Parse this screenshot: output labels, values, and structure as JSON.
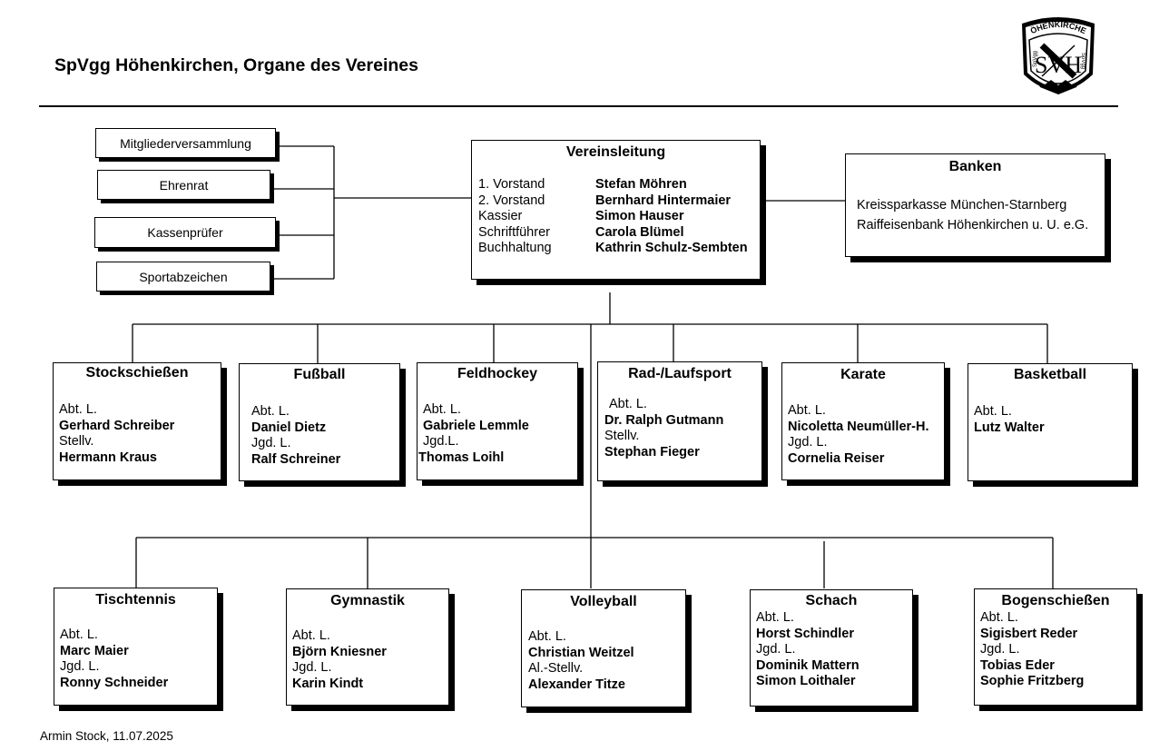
{
  "header": {
    "title": "SpVgg Höhenkirchen, Organe des Vereines",
    "logo": {
      "arc_text": "HÖHENKIRCHEN",
      "left_text": "SpVgg",
      "right_text": "SpVgg",
      "monogram": "SVH"
    }
  },
  "side_boxes": {
    "mitglieder": "Mitgliederversammlung",
    "ehrenrat": "Ehrenrat",
    "kassen": "Kassenprüfer",
    "sport": "Sportabzeichen"
  },
  "leitung": {
    "title": "Vereinsleitung",
    "roles": [
      "1. Vorstand",
      "2. Vorstand",
      "Kassier",
      "Schriftführer",
      "Buchhaltung"
    ],
    "names": [
      "Stefan Möhren",
      "Bernhard Hintermaier",
      "Simon Hauser",
      "Carola Blümel",
      "Kathrin Schulz-Sembten"
    ]
  },
  "banken": {
    "title": "Banken",
    "lines": [
      "Kreissparkasse München-Starnberg",
      "Raiffeisenbank Höhenkirchen u. U. e.G."
    ]
  },
  "departments_row1": [
    {
      "title": "Stockschießen",
      "lines": [
        "Abt. L.",
        "Gerhard Schreiber",
        "Stellv.",
        "Hermann Kraus"
      ]
    },
    {
      "title": "Fußball",
      "lines": [
        "Abt. L.",
        "Daniel Dietz",
        "Jgd. L.",
        "Ralf Schreiner"
      ]
    },
    {
      "title": "Feldhockey",
      "lines": [
        "Abt. L.",
        "Gabriele Lemmle",
        "Jgd.L.",
        "Thomas Loihl"
      ]
    },
    {
      "title": "Rad-/Laufsport",
      "lines": [
        "Abt. L.",
        "Dr. Ralph Gutmann",
        "Stellv.",
        "Stephan Fieger"
      ]
    },
    {
      "title": "Karate",
      "lines": [
        "Abt. L.",
        "Nicoletta Neumüller-H.",
        "Jgd. L.",
        "Cornelia Reiser"
      ]
    },
    {
      "title": "Basketball",
      "lines": [
        "Abt. L.",
        "Lutz Walter"
      ]
    }
  ],
  "departments_row2": [
    {
      "title": "Tischtennis",
      "lines": [
        "Abt. L.",
        "Marc Maier",
        "Jgd. L.",
        "Ronny Schneider"
      ]
    },
    {
      "title": "Gymnastik",
      "lines": [
        "Abt. L.",
        "Björn Kniesner",
        "Jgd. L.",
        "Karin Kindt"
      ]
    },
    {
      "title": "Volleyball",
      "lines": [
        "Abt. L.",
        "Christian Weitzel",
        "Al.-Stellv.",
        "Alexander Titze"
      ]
    },
    {
      "title": "Schach",
      "lines": [
        "Abt. L.",
        "Horst Schindler",
        "Jgd. L.",
        "Dominik Mattern",
        "Simon Loithaler"
      ]
    },
    {
      "title": "Bogenschießen",
      "lines": [
        "Abt. L.",
        "Sigisbert Reder",
        "Jgd. L.",
        "Tobias Eder",
        "Sophie Fritzberg"
      ]
    }
  ],
  "footer": "Armin Stock, 11.07.2025"
}
